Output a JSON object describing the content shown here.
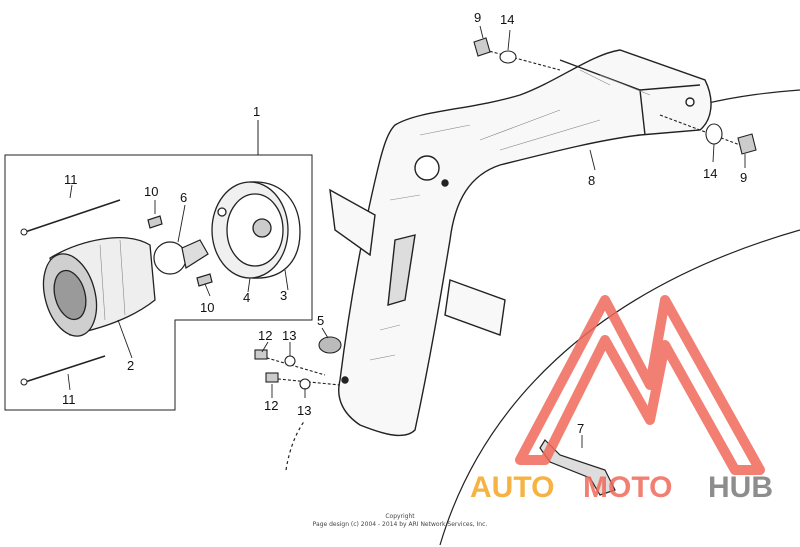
{
  "diagram": {
    "callouts": {
      "c1": "1",
      "c2": "2",
      "c3": "3",
      "c4": "4",
      "c5": "5",
      "c6": "6",
      "c7": "7",
      "c8": "8",
      "c9a": "9",
      "c9b": "9",
      "c10a": "10",
      "c10b": "10",
      "c11a": "11",
      "c11b": "11",
      "c12a": "12",
      "c12b": "12",
      "c13a": "13",
      "c13b": "13",
      "c14a": "14",
      "c14b": "14"
    },
    "copyright_line1": "Copyright",
    "copyright_line2": "Page design (c) 2004 - 2014 by ARI Network Services, Inc."
  },
  "watermark": {
    "text_auto": "AUTO",
    "text_moto": "MOTO",
    "text_hub": "HUB",
    "colors": {
      "red": "#f0695a",
      "orange": "#f5a623",
      "gray": "#7a7a7a"
    }
  }
}
